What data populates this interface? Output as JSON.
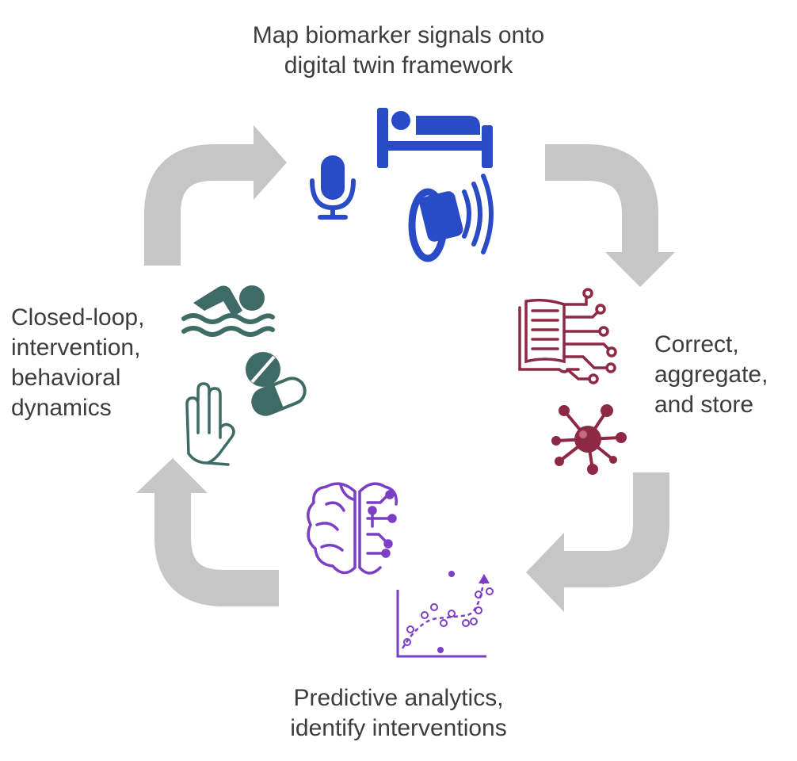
{
  "stages": {
    "top": {
      "lines": [
        "Map biomarker signals onto",
        "digital twin framework"
      ],
      "icons": [
        "bed-icon",
        "microphone-icon",
        "smartwatch-signal-icon"
      ]
    },
    "right": {
      "lines": [
        "Correct,",
        "aggregate,",
        "and store"
      ],
      "icons": [
        "digital-book-circuit-icon",
        "network-hub-icon"
      ]
    },
    "bottom": {
      "lines": [
        "Predictive analytics,",
        "identify interventions"
      ],
      "icons": [
        "brain-circuit-icon",
        "scatter-trend-icon"
      ]
    },
    "left": {
      "lines": [
        "Closed-loop,",
        "intervention,",
        "behavioral",
        "dynamics"
      ],
      "icons": [
        "swimmer-icon",
        "pills-icon",
        "raised-hand-icon"
      ]
    }
  },
  "colors": {
    "arrow": "#c6c6c6",
    "text": "#3d3d3d",
    "sensing": "#2a4bc6",
    "storage": "#8d2845",
    "analytics": "#7a3fc4",
    "intervention": "#3e6b66"
  }
}
